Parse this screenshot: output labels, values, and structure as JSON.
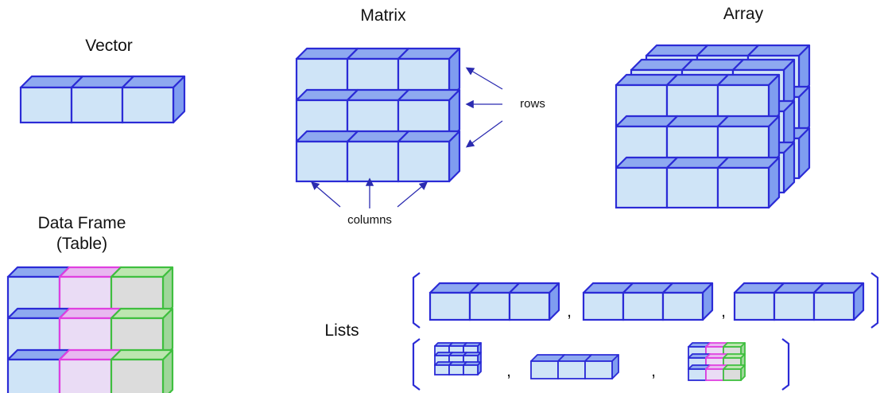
{
  "labels": {
    "vector": "Vector",
    "matrix": "Matrix",
    "array": "Array",
    "data_frame_line1": "Data Frame",
    "data_frame_line2": "(Table)",
    "lists": "Lists",
    "rows": "rows",
    "columns": "columns",
    "comma": ","
  },
  "colors": {
    "blue_stroke": "#2b2bd6",
    "blue_fill": "#cfe4f7",
    "blue_top": "#8ea9f0",
    "blue_side": "#7f9df0",
    "magenta_stroke": "#e040e0",
    "magenta_fill": "#eadcf5",
    "green_stroke": "#3fbf3f",
    "green_fill": "#dcdcdc",
    "arrow": "#2b2bb0"
  }
}
